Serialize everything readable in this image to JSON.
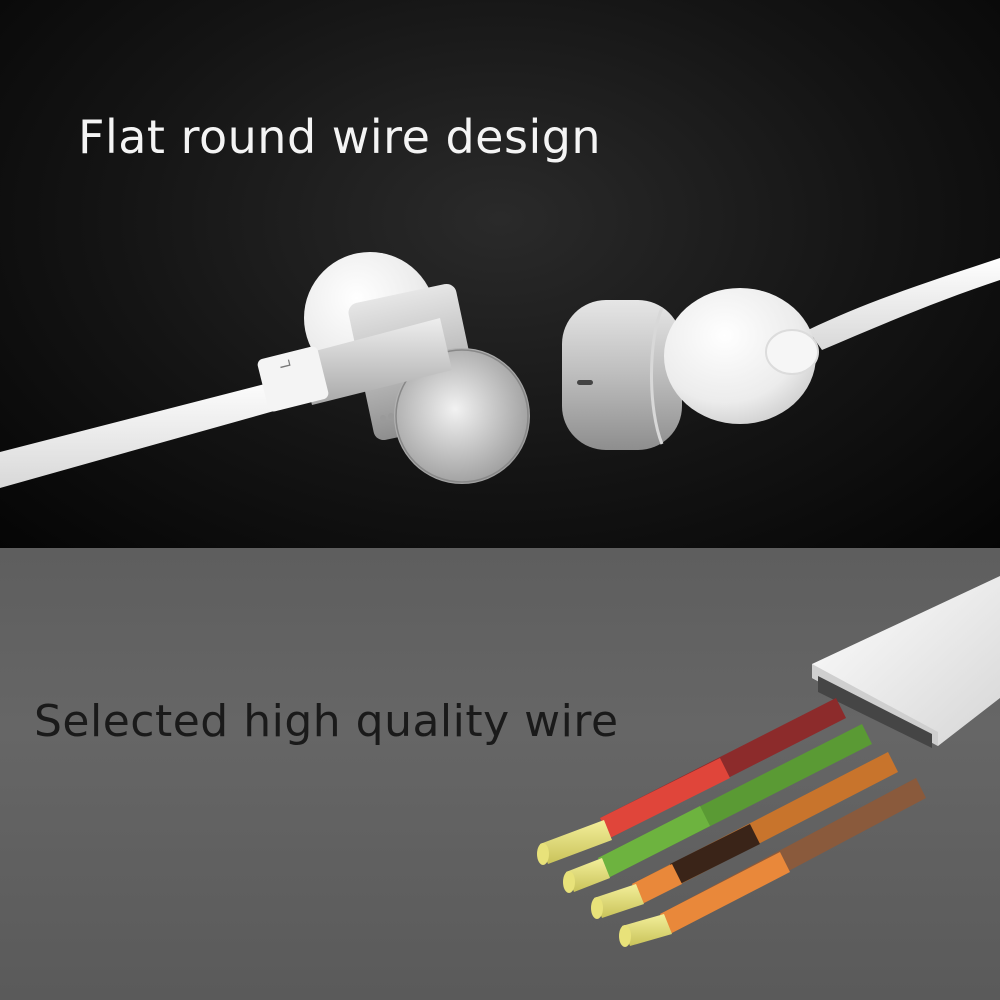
{
  "top_panel": {
    "headline": "Flat round wire design",
    "earbud_side_marker": "L"
  },
  "bottom_panel": {
    "headline": "Selected high quality wire"
  },
  "colors": {
    "top_background": "#141414",
    "bottom_background": "#626262",
    "headline_light": "#f4f4f4",
    "headline_dark": "#1a1a1a",
    "cable_white": "#f2f2f2",
    "metal_silver": "#c8c8c8",
    "strand_red": "#e0453a",
    "strand_green": "#6db33f",
    "strand_orange": "#e9883a",
    "strand_brown": "#8a5a3c",
    "strand_tip_yellow": "#e8e27a"
  }
}
